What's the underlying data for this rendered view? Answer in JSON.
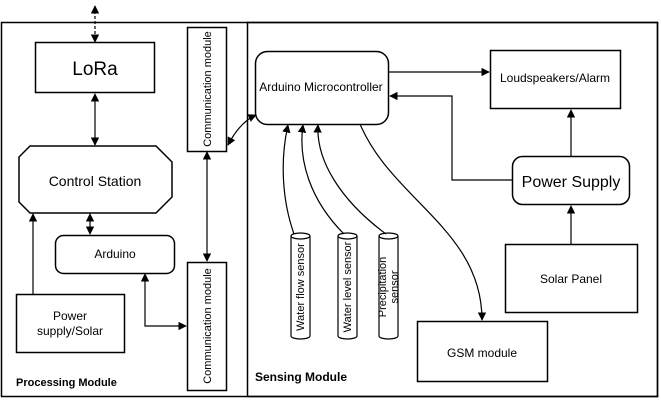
{
  "processing_module": {
    "title": "Processing Module",
    "lora": "LoRa",
    "control_station": "Control Station",
    "arduino": "Arduino",
    "power_line1": "Power",
    "power_line2": "supply/Solar",
    "comm_module_top": "Communication module",
    "comm_module_bottom": "Communication module"
  },
  "sensing_module": {
    "title": "Sensing Module",
    "microcontroller": "Arduino Microcontroller",
    "loudspeakers": "Loudspeakers/Alarm",
    "power_supply": "Power Supply",
    "solar_panel": "Solar Panel",
    "gsm_module": "GSM module",
    "sensor_water_flow": "Water flow sensor",
    "sensor_water_level": "Water level sensor",
    "sensor_precip_line1": "Precipitation",
    "sensor_precip_line2": "sensor"
  }
}
